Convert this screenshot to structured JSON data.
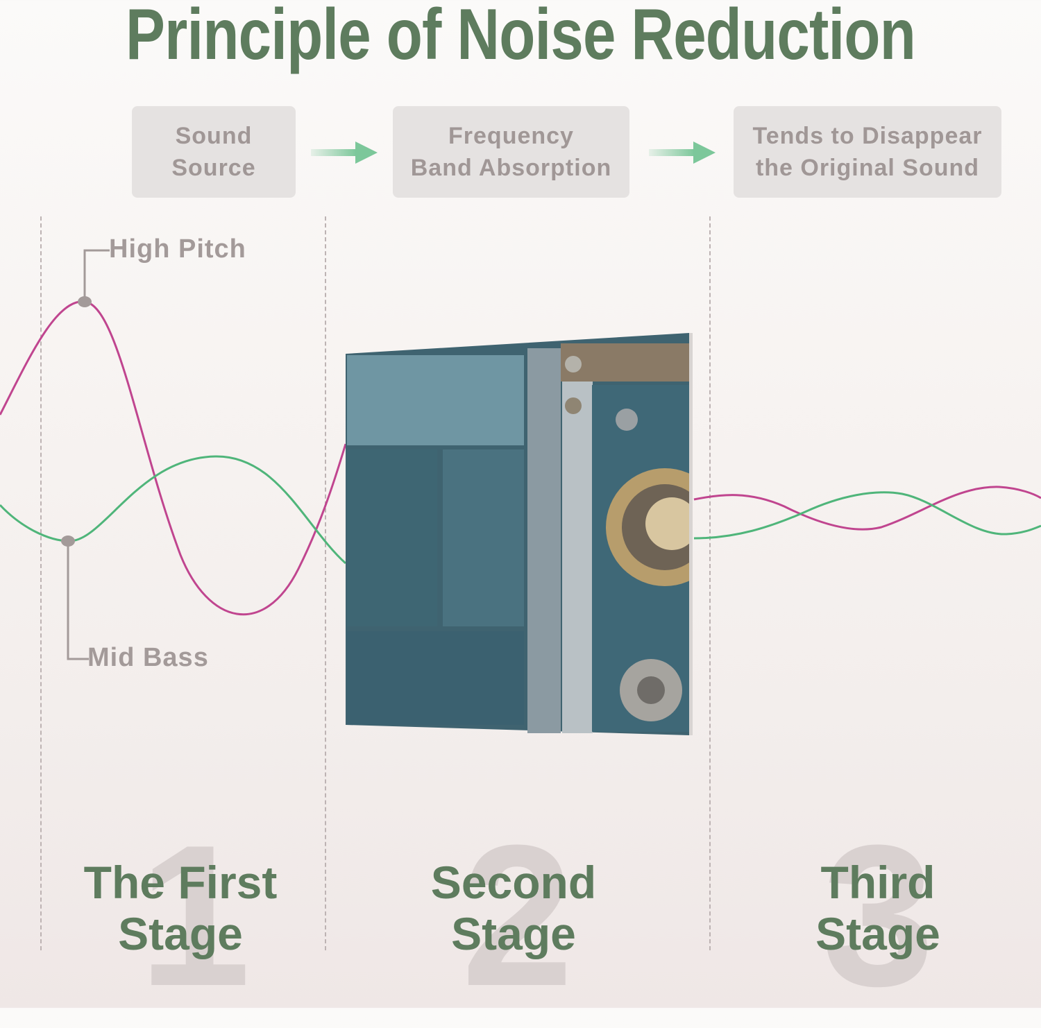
{
  "title": "Principle of Noise Reduction",
  "flow": {
    "steps": [
      {
        "line1": "Sound",
        "line2": "Source"
      },
      {
        "line1": "Frequency",
        "line2": "Band Absorption"
      },
      {
        "line1": "Tends to Disappear",
        "line2": "the Original Sound"
      }
    ],
    "arrow_icon": "arrow-right-icon",
    "arrow_color": "#7cc79a"
  },
  "wave_labels": {
    "high": "High Pitch",
    "mid": "Mid Bass"
  },
  "colors": {
    "title": "#5e7c5e",
    "high_pitch_wave": "#c0458f",
    "mid_bass_wave": "#4fb57a",
    "box_bg": "#e5e2e1",
    "box_text": "#a09796"
  },
  "panel": {
    "description": "Acoustic panel photo: teal glazed tiles with a gear mechanism"
  },
  "stages": [
    {
      "number": "1",
      "line1": "The First",
      "line2": "Stage"
    },
    {
      "number": "2",
      "line1": "Second",
      "line2": "Stage"
    },
    {
      "number": "3",
      "line1": "Third",
      "line2": "Stage"
    }
  ]
}
